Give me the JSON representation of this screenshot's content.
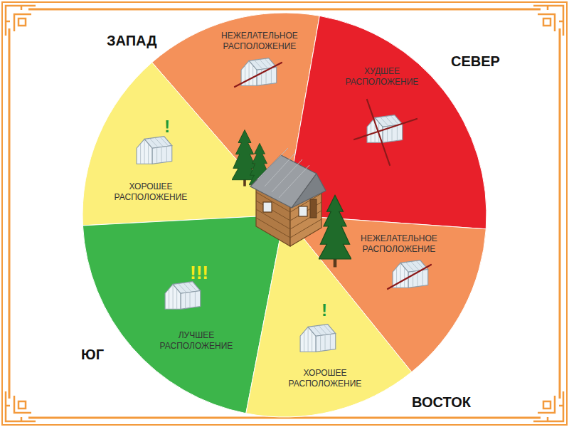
{
  "diagram": {
    "nodes": [
      {
        "text": [
          "НЕЖЕЛАТЕЛЬНОЕ РАСПОЛОЖЕНИЕ"
        ]
      },
      {
        "text": [
          "ХУДШЕЕ РАСПОЛОЖЕНИЕ"
        ]
      },
      {
        "text": [
          "!",
          "ХОРОШЕЕ РАСПОЛОЖЕНИЕ"
        ]
      },
      {
        "text": [
          "НЕЖЕЛАТЕЛЬНОЕ РАСПОЛОЖЕНИЕ"
        ]
      },
      {
        "text": [
          "!!!",
          "ЛУЧШЕЕ РАСПОЛОЖЕНИЕ"
        ]
      },
      {
        "text": [
          "!",
          "ХОРОШЕЕ РАСПОЛОЖЕНИЕ"
        ]
      }
    ],
    "labels": [
      "ЗАПАД",
      "СЕВЕР",
      "ЮГ",
      "ВОСТОК"
    ]
  }
}
